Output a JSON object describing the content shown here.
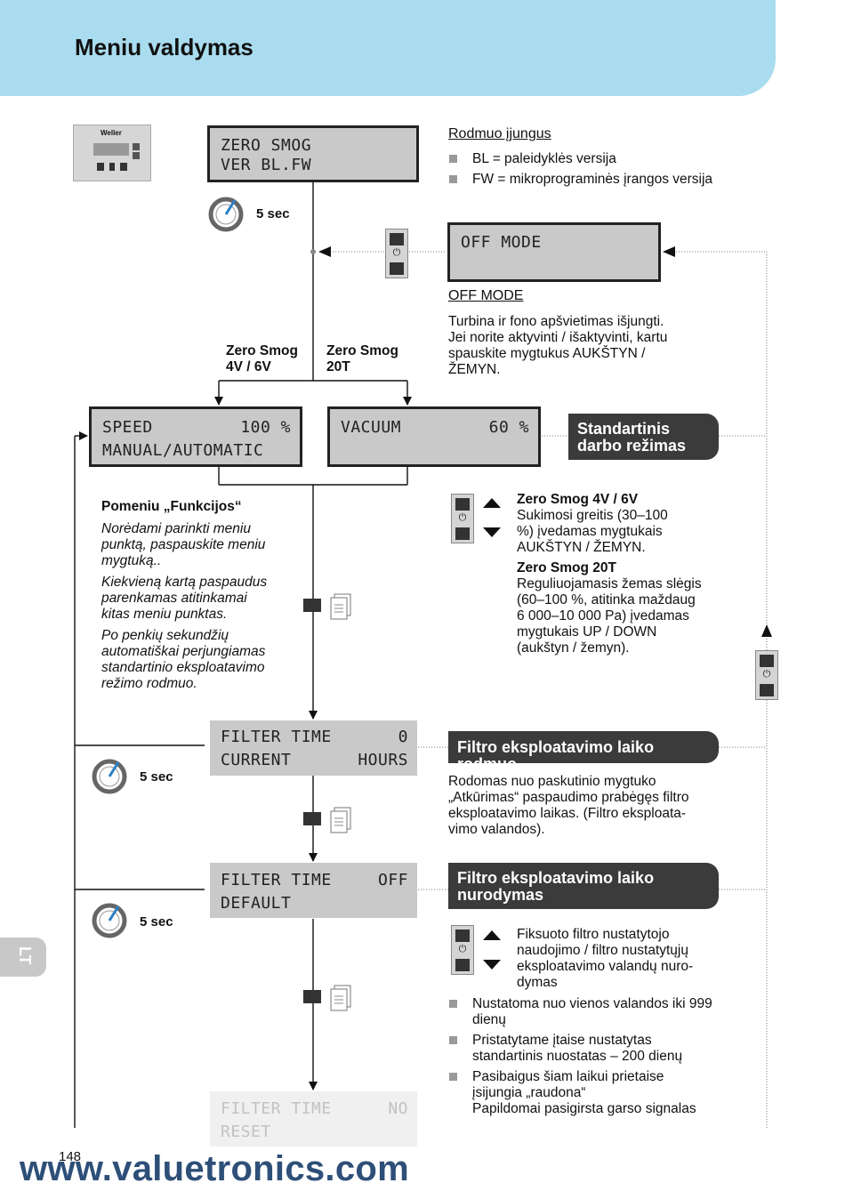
{
  "header": {
    "title": "Meniu valdymas"
  },
  "device": {
    "brand": "Weller"
  },
  "lcd_zero": {
    "line1": "ZERO SMOG",
    "line2": "VER BL.FW"
  },
  "lcd_off": {
    "line1": "OFF MODE"
  },
  "lcd_speed": {
    "line1_left": "SPEED",
    "line1_right": "100 %",
    "line2": "MANUAL/AUTOMATIC"
  },
  "lcd_vacuum": {
    "line1_left": "VACUUM",
    "line1_right": "60 %"
  },
  "lcd_filter_current": {
    "line1_left": "FILTER TIME",
    "line1_right": "0",
    "line2_left": "CURRENT",
    "line2_right": "HOURS"
  },
  "lcd_filter_default": {
    "line1_left": "FILTER TIME",
    "line1_right": "OFF",
    "line2_left": "DEFAULT"
  },
  "lcd_filter_reset": {
    "line1_left": "FILTER TIME",
    "line1_right": "NO",
    "line2_left": "RESET"
  },
  "timer_label": "5 sec",
  "branch_left": {
    "line1": "Zero Smog",
    "line2": "4V / 6V"
  },
  "branch_right": {
    "line1": "Zero Smog",
    "line2": "20T"
  },
  "rodmuo": {
    "title": "Rodmuo įjungus",
    "items": [
      "BL = paleidyklės versija",
      "FW = mikroprograminės įrangos versija"
    ]
  },
  "off_mode": {
    "title": "OFF MODE",
    "lines": [
      "Turbina ir fono apšvietimas išjungti.",
      "Jei norite aktyvinti / išaktyvinti, kartu",
      "spauskite mygtukus AUKŠTYN /",
      "ŽEMYN."
    ]
  },
  "standard_tab": {
    "line1": "Standartinis",
    "line2": "darbo režimas"
  },
  "pomeniu": {
    "title": "Pomeniu „Funkcijos“",
    "p1": [
      "Norėdami parinkti meniu",
      "punktą, paspauskite meniu",
      "mygtuką.."
    ],
    "p2": [
      "Kiekvieną kartą paspaudus",
      "parenkamas atitinkamai",
      "kitas meniu punktas."
    ],
    "p3": [
      "Po penkių sekundžių",
      "automatiškai perjungiamas",
      "standartinio eksploatavimo",
      "režimo rodmuo."
    ]
  },
  "zs4v": {
    "title": "Zero Smog 4V / 6V",
    "lines": [
      "Sukimosi greitis (30–100",
      "%) įvedamas mygtukais",
      "AUKŠTYN / ŽEMYN."
    ]
  },
  "zs20t": {
    "title": "Zero Smog 20T",
    "lines": [
      "Reguliuojamasis žemas slėgis",
      "(60–100 %, atitinka maždaug",
      "6 000–10 000 Pa) įvedamas",
      "mygtukais UP / DOWN",
      "(aukštyn / žemyn)."
    ]
  },
  "filter_display_tab": {
    "line1": "Filtro eksploatavimo laiko rodmuo"
  },
  "filter_display_text": [
    "Rodomas nuo paskutinio mygtuko",
    "„Atkūrimas“ paspaudimo prabėgęs filtro",
    "eksploatavimo laikas. (Filtro eksploata-",
    "vimo valandos)."
  ],
  "filter_set_tab": {
    "line1": "Filtro eksploatavimo laiko",
    "line2": "nurodymas"
  },
  "filter_set_text": [
    "Fiksuoto filtro nustatytojo",
    "naudojimo / filtro nustatytųjų",
    "eksploatavimo valandų nuro-",
    "dymas"
  ],
  "filter_bullets": [
    [
      "Nustatoma nuo vienos valandos iki 999",
      "dienų"
    ],
    [
      "Pristatytame įtaise nustatytas",
      "standartinis nuostatas – 200 dienų"
    ],
    [
      "Pasibaigus šiam laikui prietaise",
      "įsijungia „raudona“",
      "Papildomai pasigirsta garso signalas"
    ]
  ],
  "side_tab": "LT",
  "page_number": "148",
  "watermark": "www.valuetronics.com",
  "colors": {
    "header_bg": "#a9dcee",
    "lcd_bg": "#c9c9c9",
    "dark_tab": "#3b3b3b"
  }
}
